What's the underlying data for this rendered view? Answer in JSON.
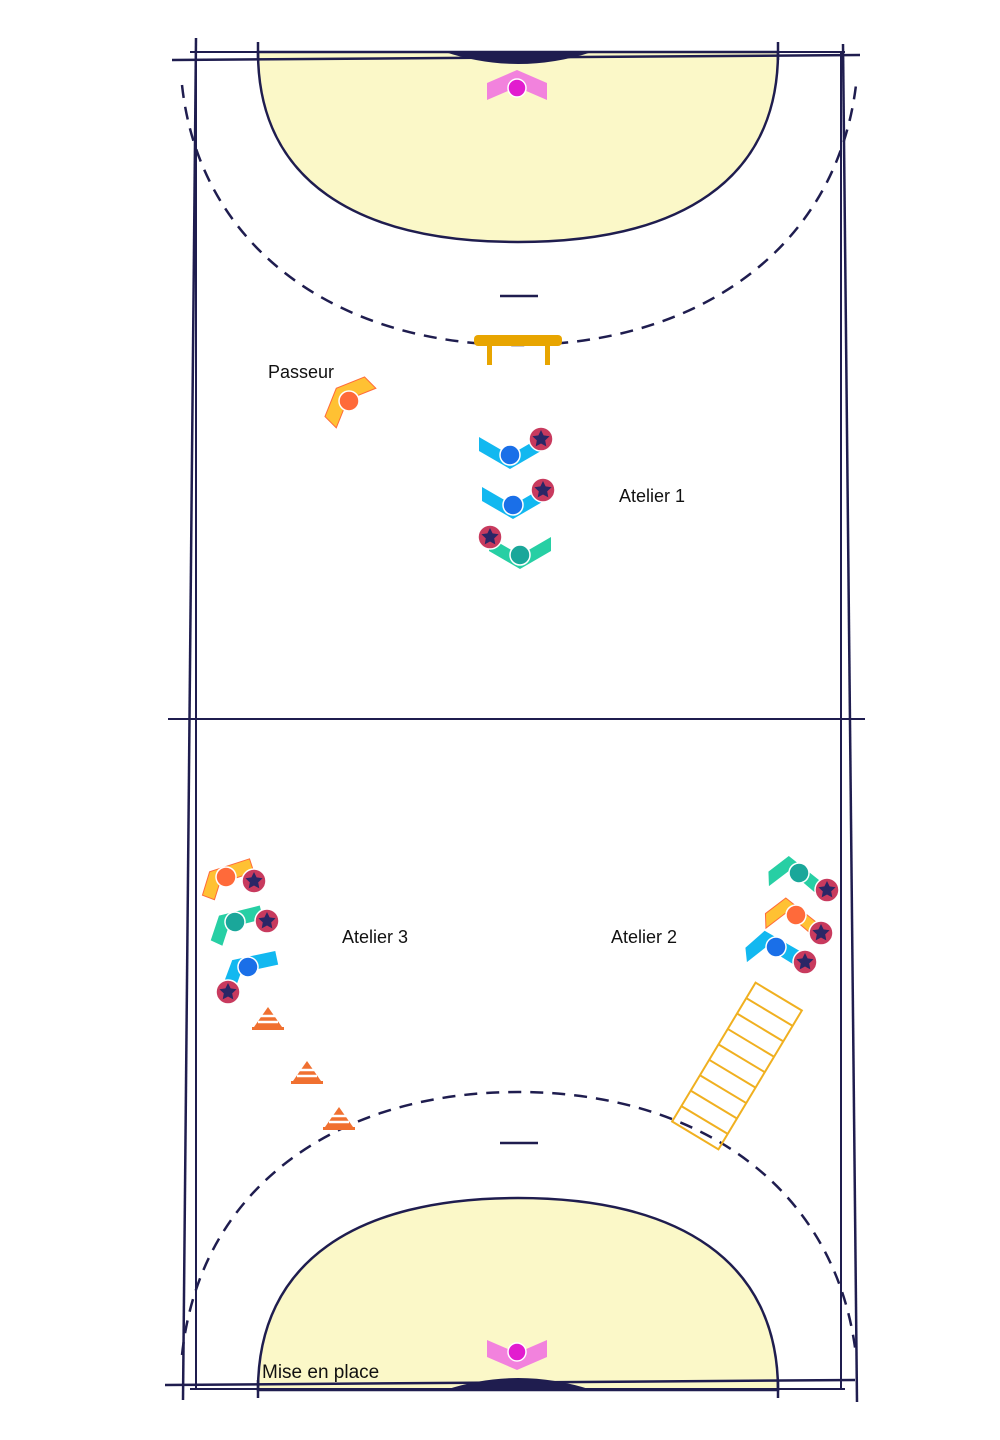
{
  "labels": {
    "passeur": "Passeur",
    "atelier1": "Atelier 1",
    "atelier2": "Atelier 2",
    "atelier3": "Atelier 3",
    "caption": "Mise en place"
  },
  "colors": {
    "line": "#1f1d4f",
    "area": "#fbf8c8",
    "goalkeeper": "#f06de0",
    "goalkeeper_dot": "#e21ccf",
    "blue": "#12b8f0",
    "blue_dot": "#1a6fe8",
    "teal": "#27cfa4",
    "teal_dot": "#1aa79a",
    "orange": "#ffc133",
    "orange_dot": "#ff6a3a",
    "ball": "#c83a5e",
    "ball_star": "#2a2666",
    "bench": "#e8a500",
    "cone": "#f07030",
    "ladder": "#f0b020"
  }
}
